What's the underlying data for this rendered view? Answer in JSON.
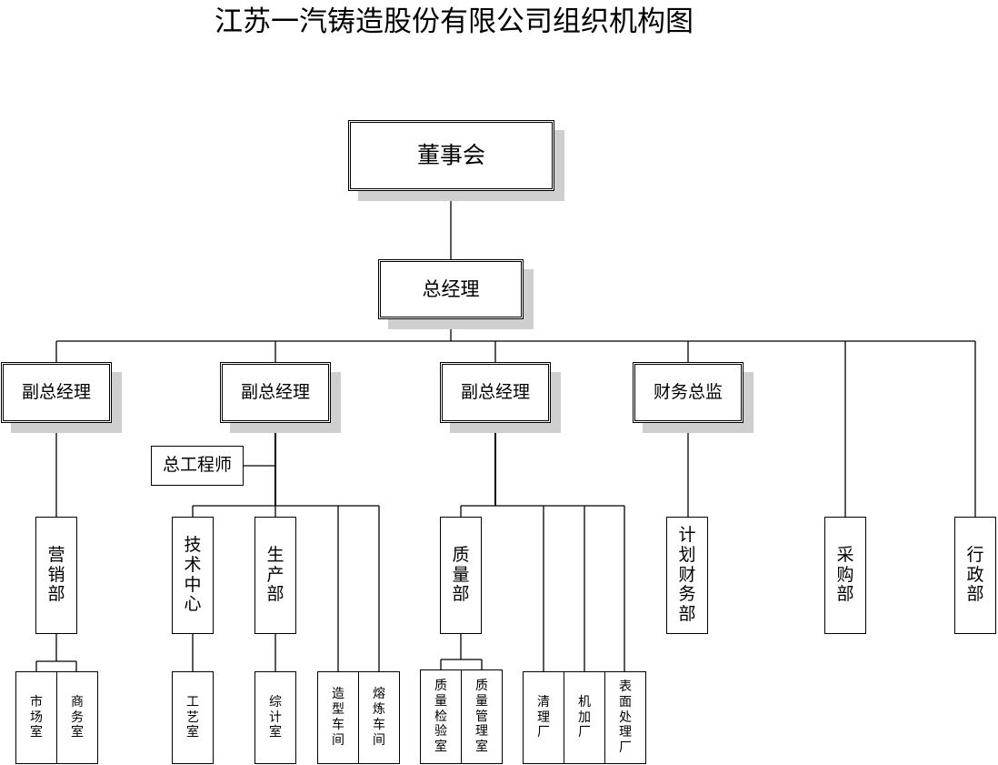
{
  "title": "江苏一汽铸造股份有限公司组织机构图",
  "board": "董事会",
  "gm": "总经理",
  "vp1": "副总经理",
  "vp2": "副总经理",
  "vp3": "副总经理",
  "cfo": "财务总监",
  "chief_engineer": "总工程师",
  "departments": {
    "marketing": "营销部",
    "tech_center": "技术中心",
    "production": "生产部",
    "quality": "质量部",
    "planning_finance": "计划财务部",
    "purchasing": "采购部",
    "admin": "行政部"
  },
  "units": {
    "market_office": "市场室",
    "business_office": "商务室",
    "process_office": "工艺室",
    "general_planning_office": "综计室",
    "molding_workshop": "造型车间",
    "smelting_workshop": "熔炼车间",
    "quality_inspection_office": "质量检验室",
    "quality_management_office": "质量管理室",
    "cleaning_plant": "清理厂",
    "machining_plant": "机加厂",
    "surface_treatment_plant": "表面处理厂"
  }
}
